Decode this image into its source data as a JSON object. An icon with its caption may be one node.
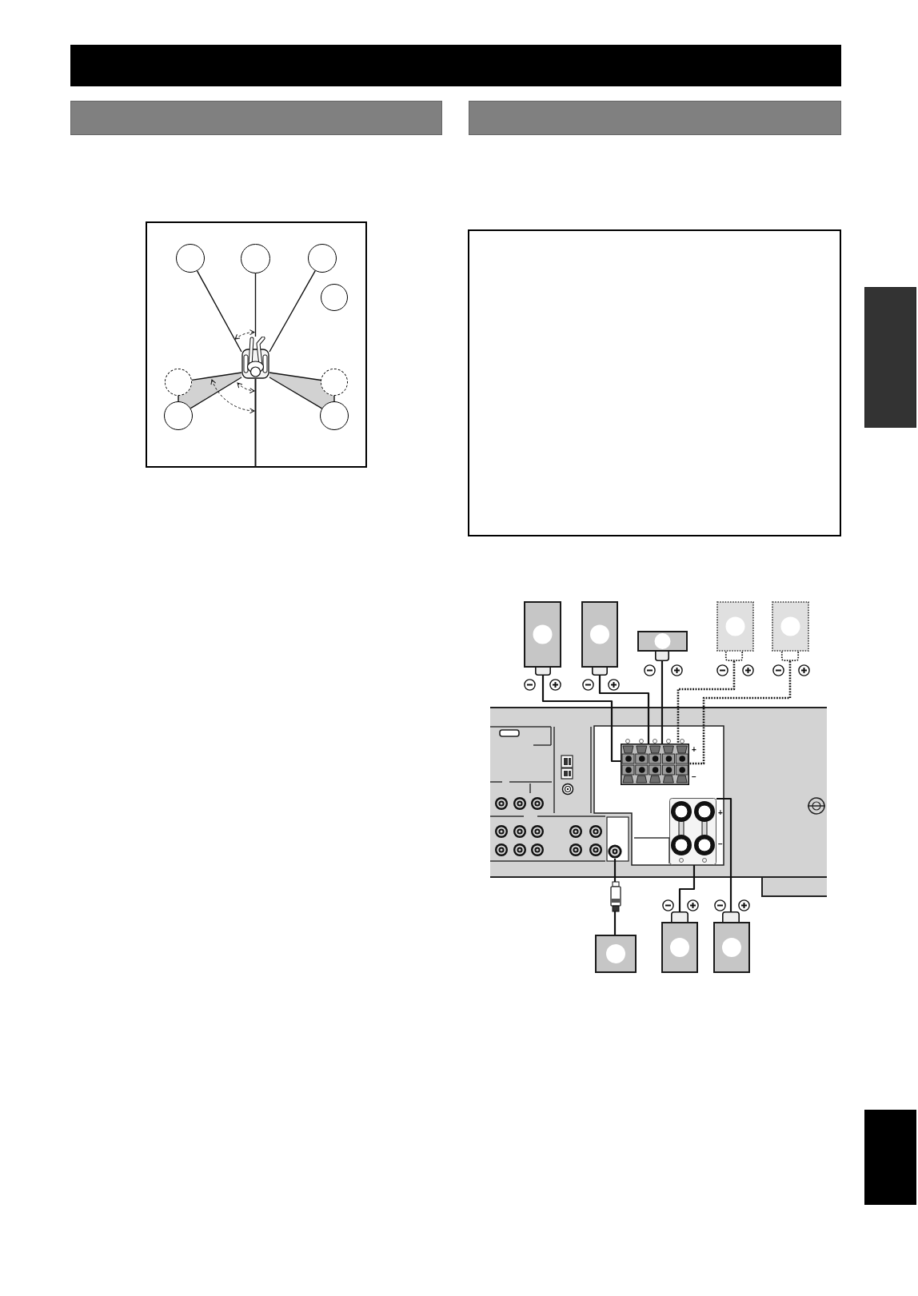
{
  "diagram": {
    "nodes": [
      {
        "text": [],
        "shape": "bar"
      },
      {
        "text": [],
        "shape": "bar"
      },
      {
        "text": [],
        "shape": "bar"
      },
      {
        "text": [],
        "shape": "box"
      },
      {
        "text": [],
        "shape": "circle",
        "in": 3
      },
      {
        "text": [],
        "shape": "circle",
        "in": 3
      },
      {
        "text": [],
        "shape": "circle",
        "in": 3
      },
      {
        "text": [],
        "shape": "circle",
        "in": 3
      },
      {
        "text": [],
        "shape": "person",
        "in": 3
      },
      {
        "text": [],
        "shape": "circle",
        "in": 3
      },
      {
        "text": [],
        "shape": "circle",
        "in": 3
      },
      {
        "text": [],
        "shape": "circle",
        "in": 3
      },
      {
        "text": [],
        "shape": "circle",
        "in": 3
      },
      {
        "text": [],
        "shape": "box"
      },
      {
        "text": [],
        "shape": "speaker"
      },
      {
        "text": [],
        "shape": "speaker"
      },
      {
        "text": [],
        "shape": "speaker"
      },
      {
        "text": [],
        "shape": "speaker"
      },
      {
        "text": [],
        "shape": "speaker"
      },
      {
        "text": [],
        "shape": "box"
      },
      {
        "text": [],
        "shape": "box",
        "in": 19,
        "beside": [
          "+",
          "−"
        ]
      },
      {
        "text": [],
        "shape": "circle",
        "in": 19
      },
      {
        "text": [],
        "shape": "box",
        "in": 19,
        "beside": [
          "+",
          "−"
        ]
      },
      {
        "text": [],
        "shape": "speaker"
      },
      {
        "text": [],
        "shape": "speaker"
      },
      {
        "text": [],
        "shape": "speaker"
      },
      {
        "text": [],
        "shape": "bar"
      },
      {
        "text": [],
        "shape": "bar"
      }
    ],
    "edges": [
      {
        "from": 8,
        "to": 4,
        "arrow": "none"
      },
      {
        "from": 8,
        "to": 5,
        "arrow": "none"
      },
      {
        "from": 8,
        "to": 6,
        "arrow": "none"
      },
      {
        "from": 8,
        "to": 9,
        "arrow": "none"
      },
      {
        "from": 8,
        "to": 11,
        "arrow": "none"
      },
      {
        "from": 8,
        "to": 10,
        "arrow": "none"
      },
      {
        "from": 8,
        "to": 12,
        "arrow": "none"
      },
      {
        "from": 9,
        "to": 11,
        "arrow": "none"
      },
      {
        "from": 10,
        "to": 12,
        "arrow": "none"
      },
      {
        "from": 14,
        "to": 20,
        "arrow": "none"
      },
      {
        "from": 15,
        "to": 20,
        "arrow": "none"
      },
      {
        "from": 16,
        "to": 20,
        "arrow": "none"
      },
      {
        "from": 17,
        "to": 20,
        "arrow": "none",
        "style": "dashed"
      },
      {
        "from": 18,
        "to": 20,
        "arrow": "none",
        "style": "dashed"
      },
      {
        "from": 21,
        "to": 23,
        "arrow": "none"
      },
      {
        "from": 22,
        "to": 24,
        "arrow": "none"
      },
      {
        "from": 22,
        "to": 25,
        "arrow": "none"
      },
      {
        "from": 8,
        "to": 3,
        "arrow": "none"
      }
    ]
  }
}
